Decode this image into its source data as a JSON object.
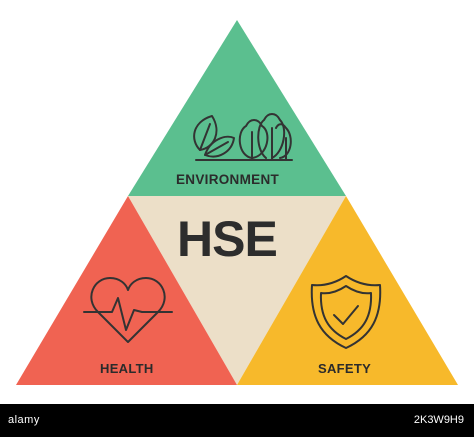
{
  "diagram": {
    "center_label": "HSE",
    "sections": [
      {
        "label": "ENVIRONMENT",
        "color": "#5bbf8f",
        "icon": "leaf-and-trees-icon"
      },
      {
        "label": "HEALTH",
        "color": "#f06352",
        "icon": "heartbeat-icon"
      },
      {
        "label": "SAFETY",
        "color": "#f7b92b",
        "icon": "shield-check-icon"
      }
    ],
    "center_color": "#ecdfc8",
    "icon_color": "#333333"
  },
  "watermark": {
    "brand": "alamy",
    "image_id": "2K3W9H9"
  }
}
